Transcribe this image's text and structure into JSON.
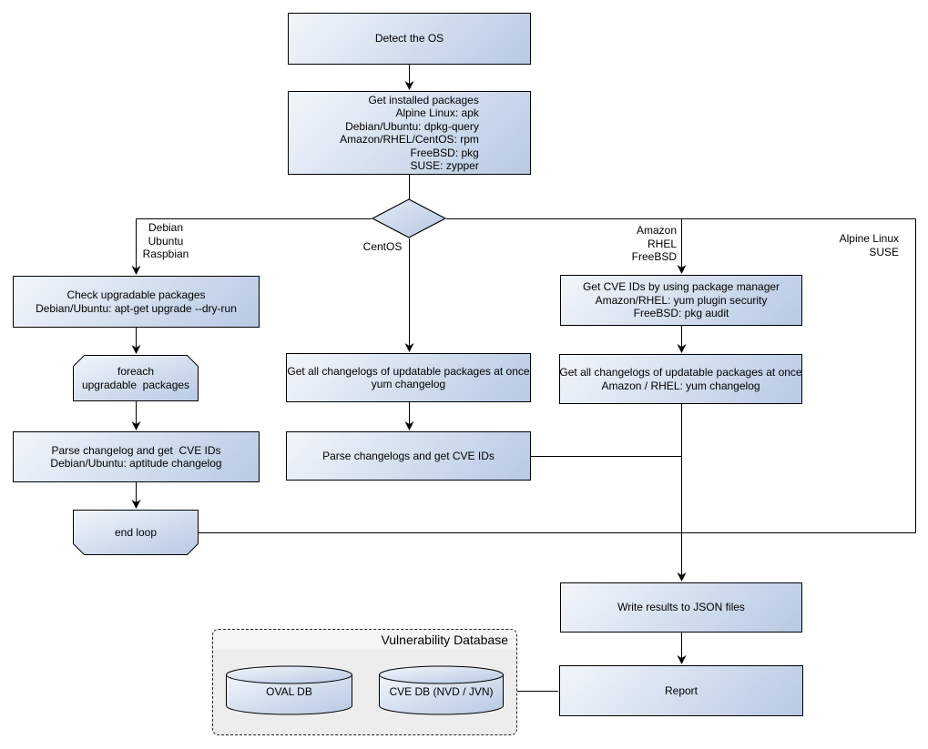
{
  "nodes": {
    "detect_os": "Detect the OS",
    "get_installed_packages": "Get installed packages\nAlpine Linux: apk\nDebian/Ubuntu: dpkg-query\nAmazon/RHEL/CentOS: rpm\nFreeBSD: pkg\nSUSE: zypper",
    "check_upgradable": "Check upgradable packages\nDebian/Ubuntu: apt-get upgrade --dry-run",
    "foreach_loop": "foreach\nupgradable  packages",
    "parse_changelog_debian": "Parse changelog and get  CVE IDs\nDebian/Ubuntu: aptitude changelog",
    "end_loop": "end loop",
    "get_changelogs_centos": "Get all changelogs of updatable packages at once\nyum changelog",
    "parse_changelogs_centos": "Parse changelogs and get CVE IDs",
    "get_cve_ids_package_manager": "Get CVE IDs by using package manager\nAmazon/RHEL: yum plugin security\nFreeBSD: pkg audit",
    "get_changelogs_amazon": "Get all changelogs of updatable packages at once\nAmazon / RHEL: yum changelog",
    "write_results": "Write results to JSON files",
    "report": "Report"
  },
  "edge_labels": {
    "debian_branch": "Debian\nUbuntu\nRaspbian",
    "centos_branch": "CentOS",
    "amazon_branch": "Amazon\nRHEL\nFreeBSD",
    "alpine_branch": "Alpine Linux\nSUSE"
  },
  "group": {
    "title": "Vulnerability Database",
    "databases": [
      "OVAL DB",
      "CVE DB (NVD / JVN)"
    ]
  },
  "colors": {
    "node_fill_start": "#f2f6fb",
    "node_fill_end": "#b7c9e3",
    "node_border": "#000000",
    "group_fill": "#ededee",
    "group_title_fill": "#f5f5f6",
    "background": "#ffffff"
  }
}
